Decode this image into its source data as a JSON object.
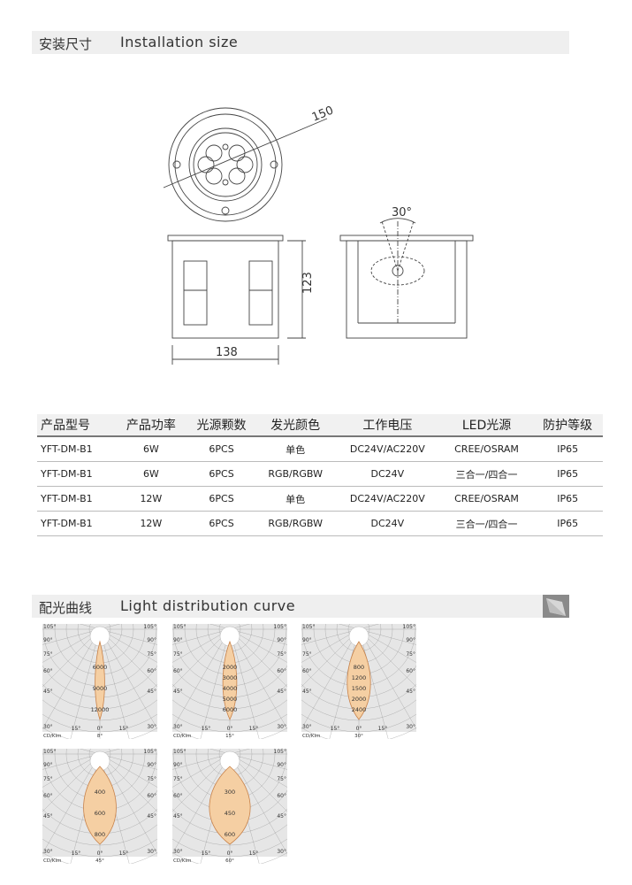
{
  "section1": {
    "zh": "安装尺寸",
    "en": "Installation size"
  },
  "section2": {
    "zh": "配光曲线",
    "en": "Light distribution curve"
  },
  "drawing": {
    "diameter": "150",
    "width": "138",
    "height": "123",
    "angle": "30°"
  },
  "table": {
    "headers": [
      "产品型号",
      "产品功率",
      "光源颗数",
      "发光颜色",
      "工作电压",
      "LED光源",
      "防护等级"
    ],
    "rows": [
      [
        "YFT-DM-B1",
        "6W",
        "6PCS",
        "单色",
        "DC24V/AC220V",
        "CREE/OSRAM",
        "IP65"
      ],
      [
        "YFT-DM-B1",
        "6W",
        "6PCS",
        "RGB/RGBW",
        "DC24V",
        "三合一/四合一",
        "IP65"
      ],
      [
        "YFT-DM-B1",
        "12W",
        "6PCS",
        "单色",
        "DC24V/AC220V",
        "CREE/OSRAM",
        "IP65"
      ],
      [
        "YFT-DM-B1",
        "12W",
        "6PCS",
        "RGB/RGBW",
        "DC24V",
        "三合一/四合一",
        "IP65"
      ]
    ]
  },
  "curve_common": {
    "angles_left": [
      "105°",
      "90°",
      "75°",
      "60°",
      "45°",
      "30°"
    ],
    "angles_right": [
      "105°",
      "90°",
      "75°",
      "60°",
      "45°",
      "30°"
    ],
    "bottom": [
      "15°",
      "0°",
      "15°"
    ],
    "unit": "CD/Klm"
  },
  "chart_data": [
    {
      "type": "polar",
      "beam_angle": "8°",
      "beam_width": 8,
      "values": [
        "6000",
        "9000",
        "12000"
      ]
    },
    {
      "type": "polar",
      "beam_angle": "15°",
      "beam_width": 15,
      "values": [
        "2000",
        "3000",
        "4000",
        "5000",
        "6000"
      ]
    },
    {
      "type": "polar",
      "beam_angle": "30°",
      "beam_width": 30,
      "values": [
        "800",
        "1200",
        "1500",
        "2000",
        "2400"
      ]
    },
    {
      "type": "polar",
      "beam_angle": "45°",
      "beam_width": 45,
      "values": [
        "400",
        "600",
        "800"
      ]
    },
    {
      "type": "polar",
      "beam_angle": "60°",
      "beam_width": 60,
      "values": [
        "300",
        "450",
        "600"
      ]
    }
  ],
  "colors": {
    "beam_fill": "#f5cfa3",
    "beam_stroke": "#c8824a",
    "grid": "#9a9a9a",
    "bg": "#e6e6e6"
  }
}
